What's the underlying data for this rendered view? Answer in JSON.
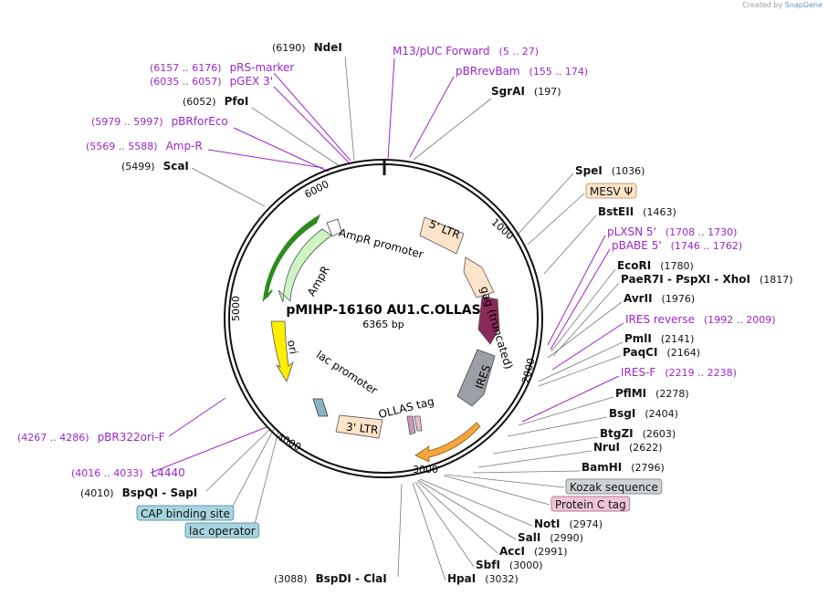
{
  "credit": {
    "prefix": "Created by",
    "brand": "SnapGene"
  },
  "plasmid": {
    "name": "pMIHP-16160 AU1.C.OLLAS",
    "length": "6365 bp"
  },
  "ticks": [
    "1000",
    "2000",
    "3000",
    "4000",
    "5000",
    "6000"
  ],
  "features": [
    {
      "id": "ampr-promoter",
      "label": "AmpR promoter"
    },
    {
      "id": "ampr",
      "label": "AmpR"
    },
    {
      "id": "5ltr",
      "label": "5' LTR"
    },
    {
      "id": "gag",
      "label": "gag (truncated)"
    },
    {
      "id": "ires",
      "label": "IRES"
    },
    {
      "id": "ori",
      "label": "ori"
    },
    {
      "id": "lac-promoter",
      "label": "lac promoter"
    },
    {
      "id": "3ltr",
      "label": "3' LTR"
    },
    {
      "id": "ollas",
      "label": "OLLAS tag"
    }
  ],
  "annotations": [
    {
      "name": "NdeI",
      "pos": "(6190)",
      "kind": "enzyme"
    },
    {
      "name": "M13/pUC Forward",
      "pos": "(5 .. 27)",
      "kind": "primer"
    },
    {
      "name": "pRS-marker",
      "pos": "(6157 .. 6176)",
      "kind": "primer"
    },
    {
      "name": "pBRrevBam",
      "pos": "(155 .. 174)",
      "kind": "primer"
    },
    {
      "name": "pGEX 3'",
      "pos": "(6035 .. 6057)",
      "kind": "primer"
    },
    {
      "name": "SgrAI",
      "pos": "(197)",
      "kind": "enzyme"
    },
    {
      "name": "PfoI",
      "pos": "(6052)",
      "kind": "enzyme"
    },
    {
      "name": "pBRforEco",
      "pos": "(5979 .. 5997)",
      "kind": "primer"
    },
    {
      "name": "Amp-R",
      "pos": "(5569 .. 5588)",
      "kind": "primer"
    },
    {
      "name": "ScaI",
      "pos": "(5499)",
      "kind": "enzyme"
    },
    {
      "name": "SpeI",
      "pos": "(1036)",
      "kind": "enzyme"
    },
    {
      "name": "MESV Ψ",
      "pos": "",
      "kind": "box-orange"
    },
    {
      "name": "BstEII",
      "pos": "(1463)",
      "kind": "enzyme"
    },
    {
      "name": "pLXSN 5'",
      "pos": "(1708 .. 1730)",
      "kind": "primer"
    },
    {
      "name": "pBABE 5'",
      "pos": "(1746 .. 1762)",
      "kind": "primer"
    },
    {
      "name": "EcoRI",
      "pos": "(1780)",
      "kind": "enzyme"
    },
    {
      "name": "PaeR7I - PspXI - XhoI",
      "pos": "(1817)",
      "kind": "enzyme"
    },
    {
      "name": "AvrII",
      "pos": "(1976)",
      "kind": "enzyme"
    },
    {
      "name": "IRES reverse",
      "pos": "(1992 .. 2009)",
      "kind": "primer"
    },
    {
      "name": "PmlI",
      "pos": "(2141)",
      "kind": "enzyme"
    },
    {
      "name": "PaqCI",
      "pos": "(2164)",
      "kind": "enzyme"
    },
    {
      "name": "IRES-F",
      "pos": "(2219 .. 2238)",
      "kind": "primer"
    },
    {
      "name": "PflMI",
      "pos": "(2278)",
      "kind": "enzyme"
    },
    {
      "name": "BsgI",
      "pos": "(2404)",
      "kind": "enzyme"
    },
    {
      "name": "BtgZI",
      "pos": "(2603)",
      "kind": "enzyme"
    },
    {
      "name": "NruI",
      "pos": "(2622)",
      "kind": "enzyme"
    },
    {
      "name": "BamHI",
      "pos": "(2796)",
      "kind": "enzyme"
    },
    {
      "name": "Kozak sequence",
      "pos": "",
      "kind": "box-gray"
    },
    {
      "name": "Protein C tag",
      "pos": "",
      "kind": "box-pink"
    },
    {
      "name": "NotI",
      "pos": "(2974)",
      "kind": "enzyme"
    },
    {
      "name": "SalI",
      "pos": "(2990)",
      "kind": "enzyme"
    },
    {
      "name": "AccI",
      "pos": "(2991)",
      "kind": "enzyme"
    },
    {
      "name": "SbfI",
      "pos": "(3000)",
      "kind": "enzyme"
    },
    {
      "name": "HpaI",
      "pos": "(3032)",
      "kind": "enzyme"
    },
    {
      "name": "BspDI - ClaI",
      "pos": "(3088)",
      "kind": "enzyme"
    },
    {
      "name": "pBR322ori-F",
      "pos": "(4267 .. 4286)",
      "kind": "primer"
    },
    {
      "name": "L4440",
      "pos": "(4016 .. 4033)",
      "kind": "primer"
    },
    {
      "name": "BspQI - SapI",
      "pos": "(4010)",
      "kind": "enzyme"
    },
    {
      "name": "CAP binding site",
      "pos": "",
      "kind": "box-blue"
    },
    {
      "name": "lac operator",
      "pos": "",
      "kind": "box-blue"
    }
  ]
}
